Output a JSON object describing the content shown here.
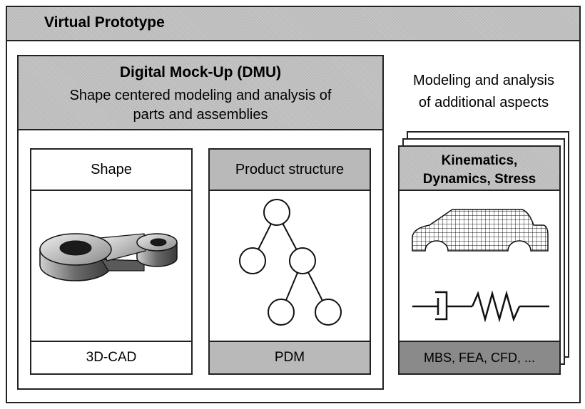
{
  "header": {
    "title": "Virtual Prototype"
  },
  "dmu": {
    "title": "Digital Mock-Up (DMU)",
    "subtitle_line1": "Shape centered modeling and analysis of",
    "subtitle_line2": "parts and assemblies"
  },
  "shape_panel": {
    "title": "Shape",
    "footer": "3D-CAD",
    "icon": "cad-part-icon"
  },
  "product_panel": {
    "title": "Product structure",
    "footer": "PDM",
    "icon": "tree-structure-icon"
  },
  "aspects": {
    "heading_line1": "Modeling and analysis",
    "heading_line2": "of additional aspects",
    "title_line1": "Kinematics,",
    "title_line2": "Dynamics, Stress",
    "footer": "MBS, FEA, CFD, ...",
    "icons": [
      "car-mesh-icon",
      "damper-spring-icon"
    ]
  }
}
